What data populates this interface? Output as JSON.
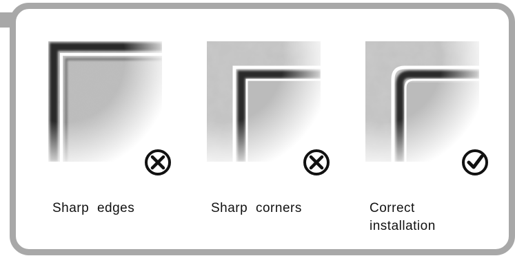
{
  "panels": [
    {
      "caption": "Sharp edges",
      "status_icon": "cross-icon"
    },
    {
      "caption": "Sharp corners",
      "status_icon": "cross-icon"
    },
    {
      "caption": "Correct installation",
      "status_icon": "check-icon"
    }
  ]
}
